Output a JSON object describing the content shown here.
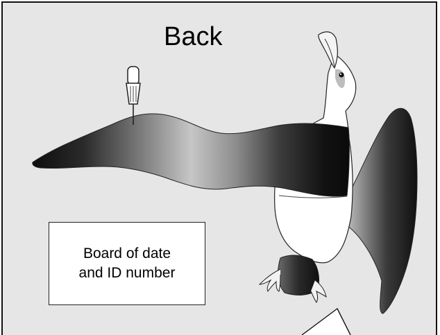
{
  "title": "Back",
  "label_box": {
    "line1": "Board of date",
    "line2": "and ID number"
  },
  "colors": {
    "background": "#e6e6e6",
    "frame": "#111111",
    "wing_dark": "#111111",
    "wing_light": "#c8c8c8",
    "label_fill": "#ffffff"
  },
  "icons": [
    "albatross-illustration",
    "pin-icon",
    "pointer-callout"
  ]
}
